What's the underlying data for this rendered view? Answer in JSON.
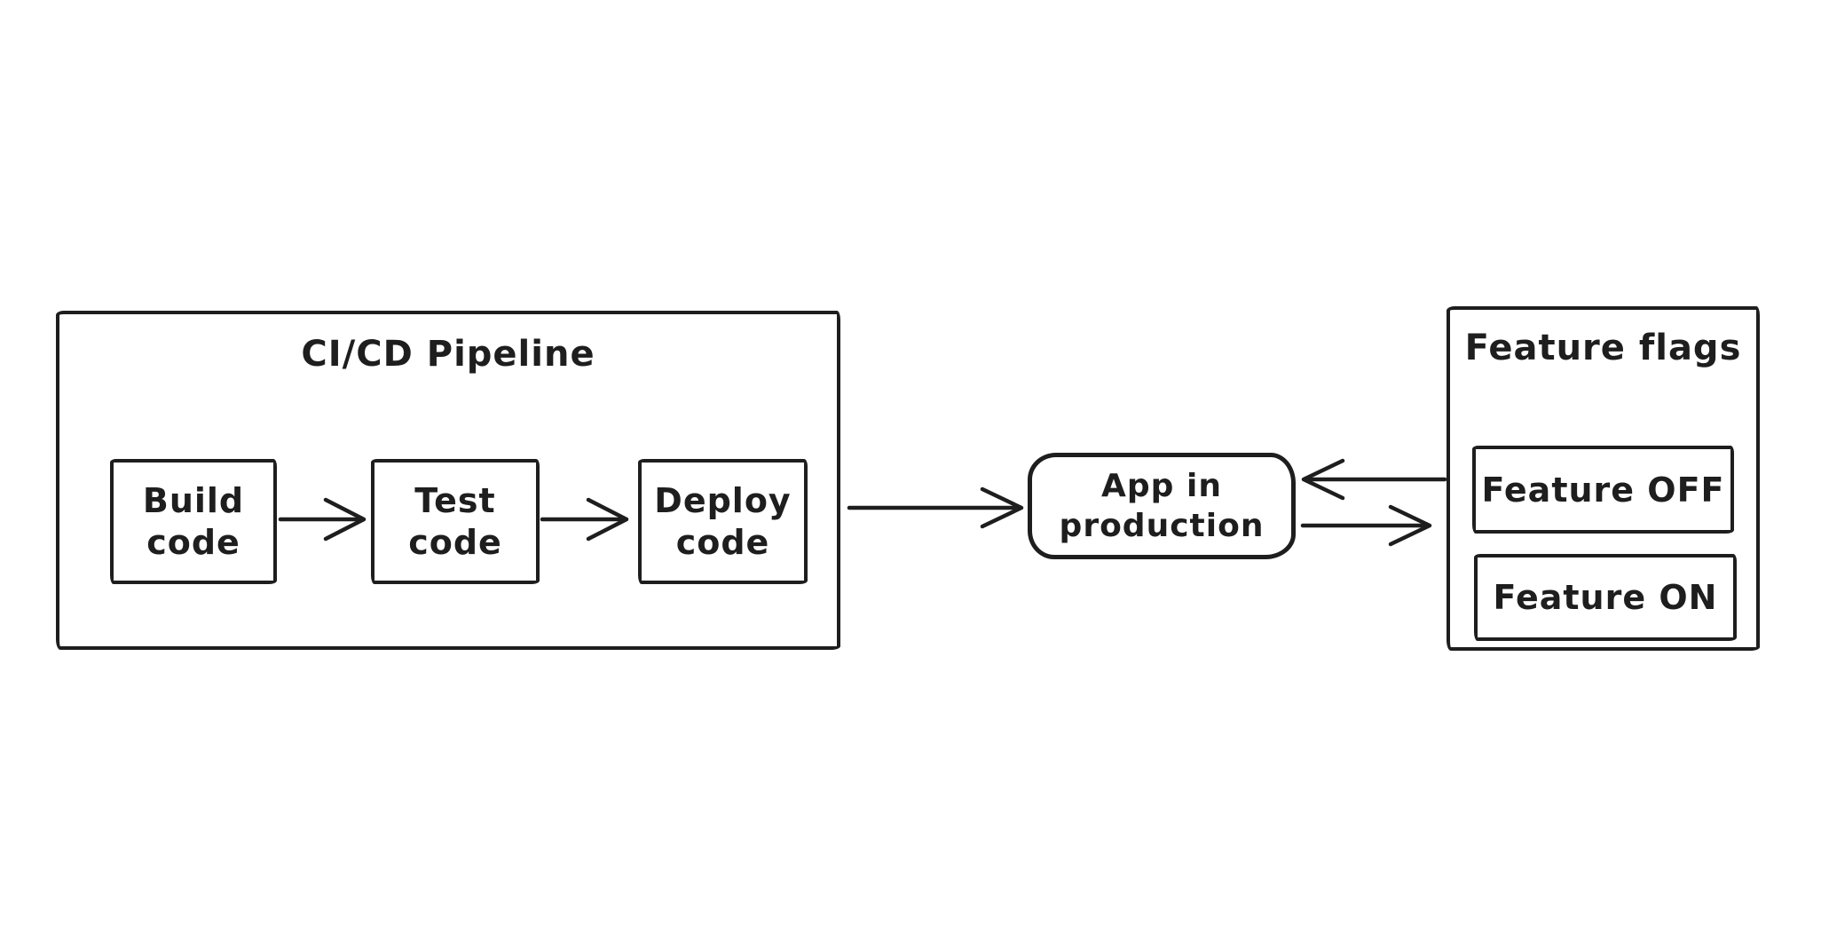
{
  "canvas": {
    "background_color": "#ffffff",
    "stroke_color": "#1e1e1e"
  },
  "cicd_group": {
    "title": "CI/CD Pipeline",
    "steps": [
      {
        "label": "Build\ncode"
      },
      {
        "label": "Test\ncode"
      },
      {
        "label": "Deploy\ncode"
      }
    ]
  },
  "app_node": {
    "label": "App in\nproduction"
  },
  "feature_flags_group": {
    "title": "Feature flags",
    "flags": [
      {
        "label": "Feature OFF"
      },
      {
        "label": "Feature ON"
      }
    ]
  },
  "arrows": [
    {
      "name": "build-to-test",
      "direction": "right"
    },
    {
      "name": "test-to-deploy",
      "direction": "right"
    },
    {
      "name": "pipeline-to-app",
      "direction": "right"
    },
    {
      "name": "flags-to-app",
      "direction": "left"
    },
    {
      "name": "app-to-flags",
      "direction": "right"
    }
  ]
}
